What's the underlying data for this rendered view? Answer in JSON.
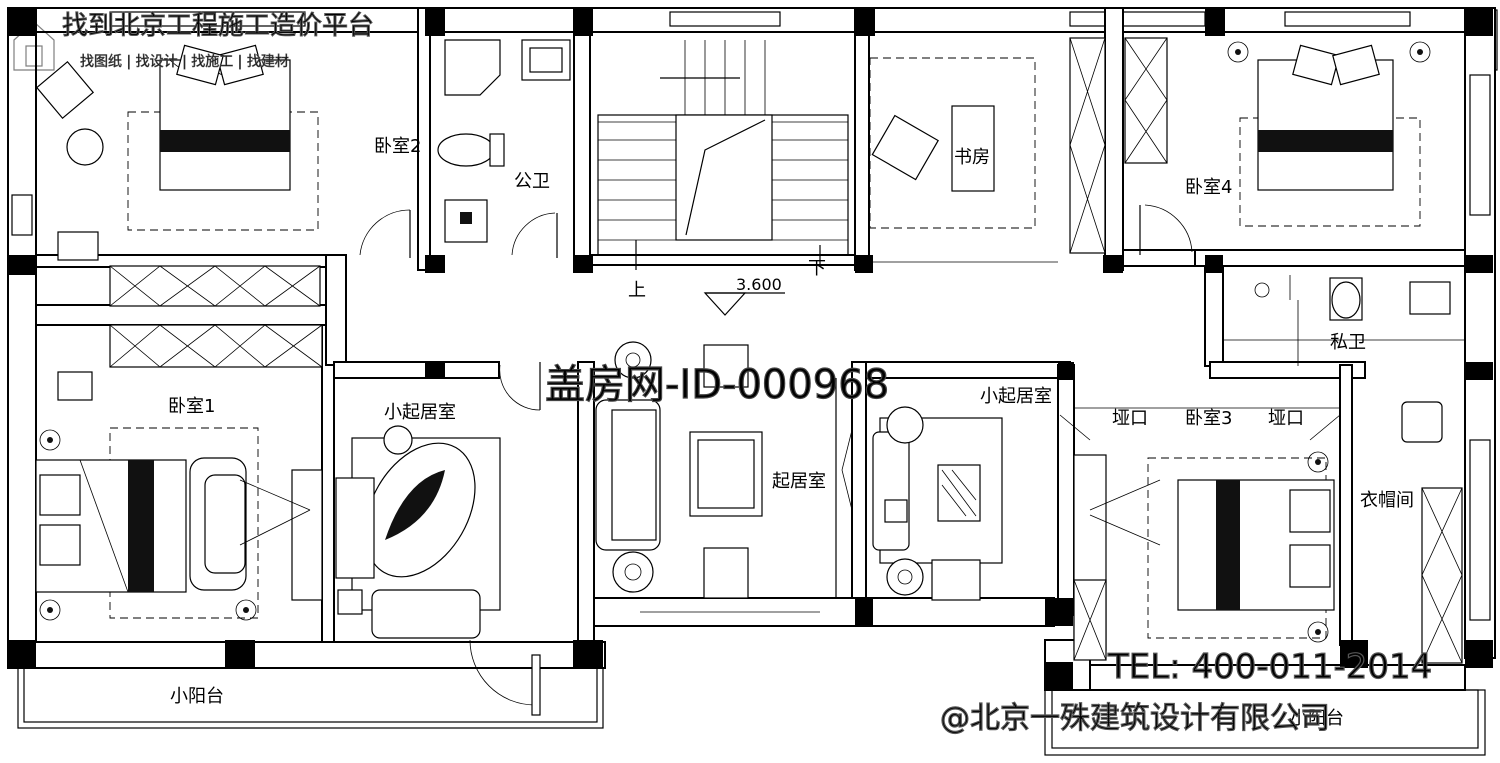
{
  "rooms": {
    "bedroom2": "卧室2",
    "public_bath": "公卫",
    "study": "书房",
    "bedroom4": "卧室4",
    "bedroom1": "卧室1",
    "small_living_left": "小起居室",
    "living": "起居室",
    "small_living_right": "小起居室",
    "bedroom3": "卧室3",
    "alcove_left": "垭口",
    "alcove_right": "垭口",
    "private_bath": "私卫",
    "cloakroom": "衣帽间",
    "balcony_left": "小阳台",
    "balcony_right": "小阳台"
  },
  "stairs": {
    "up": "上",
    "down": "下",
    "elevation": "3.600"
  },
  "watermarks": {
    "top_title": "找到北京工程施工造价平台",
    "top_sub": "找图纸 | 找设计 | 找施工 | 找建材",
    "center_id": "盖房网-ID-000968",
    "tel": "TEL: 400-011-2014",
    "company": "@北京一殊建筑设计有限公司"
  }
}
